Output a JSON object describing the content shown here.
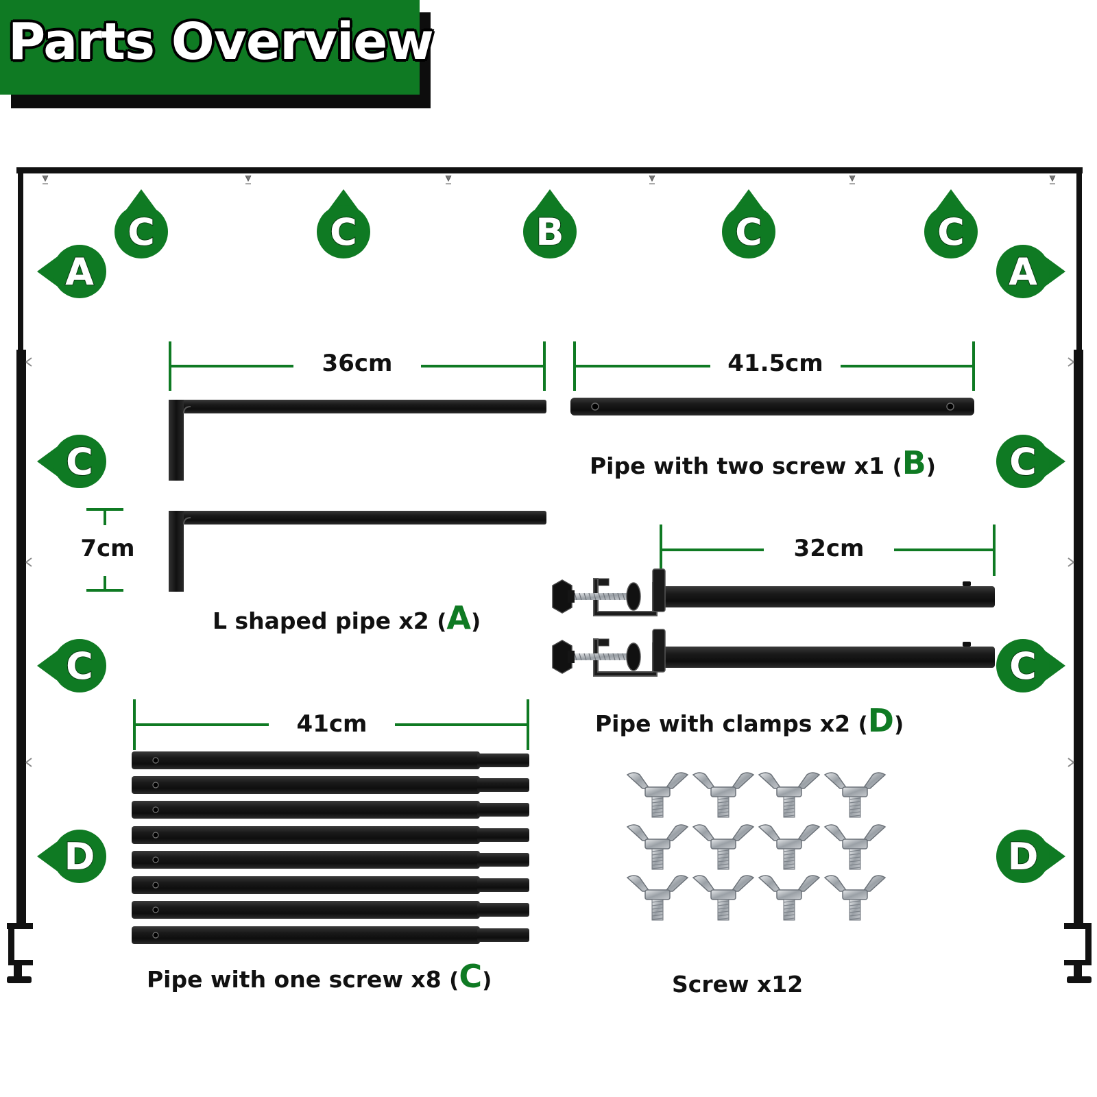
{
  "title": "Parts Overview",
  "colors": {
    "brand_green": "#0f7a23",
    "pipe_black": "#1c1c1c",
    "frame_black": "#111111",
    "text": "#111111"
  },
  "badges": {
    "top": [
      "C",
      "C",
      "B",
      "C",
      "C"
    ],
    "left": [
      "A",
      "C",
      "C",
      "D"
    ],
    "right": [
      "A",
      "C",
      "C",
      "D"
    ]
  },
  "dimensions": {
    "l_pipe_length": "36cm",
    "l_pipe_leg": "7cm",
    "two_screw_pipe_length": "41.5cm",
    "clamp_pipe_length": "32cm",
    "one_screw_pipe_length": "41cm"
  },
  "parts": [
    {
      "id": "l_pipe",
      "name": "L shaped pipe x2",
      "open": "(",
      "letter": "A",
      "close": ")",
      "count": 2
    },
    {
      "id": "two_screw_pipe",
      "name": "Pipe with two screw x1",
      "open": "(",
      "letter": "B",
      "close": ")",
      "count": 1
    },
    {
      "id": "clamp_pipe",
      "name": "Pipe with clamps x2",
      "open": "(",
      "letter": "D",
      "close": ")",
      "count": 2
    },
    {
      "id": "one_screw_pipe",
      "name": "Pipe with one screw x8",
      "open": "(",
      "letter": "C",
      "close": ")",
      "count": 8
    },
    {
      "id": "screw",
      "name": "Screw x12",
      "open": "",
      "letter": "",
      "close": "",
      "count": 12
    }
  ],
  "icons": [
    "wing-nut-screw-icon",
    "c-clamp-icon",
    "badge-teardrop-icon"
  ]
}
